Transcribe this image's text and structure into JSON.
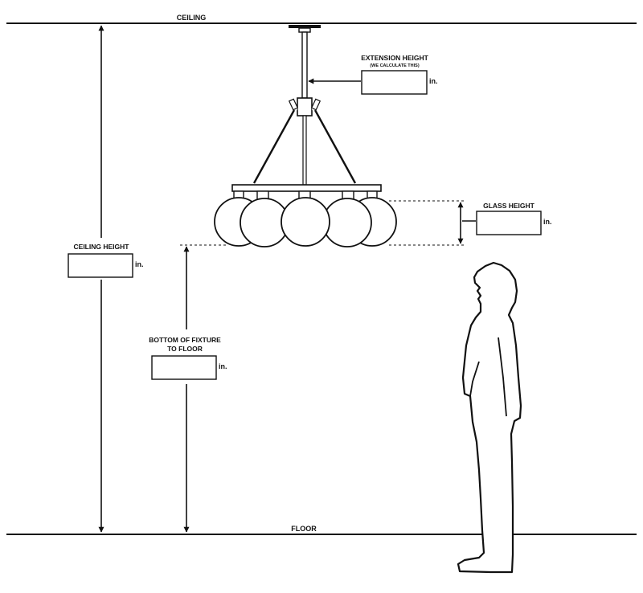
{
  "lines": {
    "ceiling": "CEILING",
    "floor": "FLOOR"
  },
  "measurements": {
    "extension_height": {
      "label": "EXTENSION HEIGHT",
      "note": "(WE CALCULATE THIS)",
      "unit": "in."
    },
    "glass_height": {
      "label": "GLASS HEIGHT",
      "unit": "in."
    },
    "ceiling_height": {
      "label": "CEILING HEIGHT",
      "unit": "in."
    },
    "bottom_to_floor": {
      "label_line1": "BOTTOM OF FIXTURE",
      "label_line2": "TO FLOOR",
      "unit": "in."
    }
  }
}
